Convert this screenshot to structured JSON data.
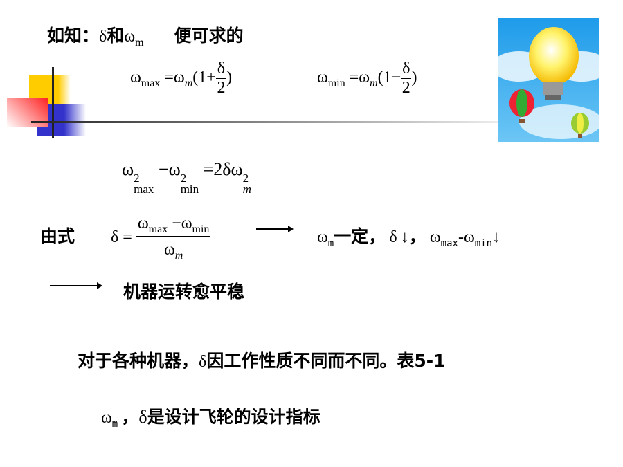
{
  "title": {
    "prefix": "如知：",
    "delta": "δ",
    "and": "和",
    "omega": "ω",
    "m": "m",
    "suffix": "便可求的"
  },
  "eq_max": {
    "lhs": "ω",
    "lhs_sub": "max",
    "eq": "=ω",
    "m": "m",
    "rest": "(1+",
    "num": "δ",
    "den": "2",
    "close": ")"
  },
  "eq_min": {
    "lhs": "ω",
    "lhs_sub": "min",
    "eq": "=ω",
    "m": "m",
    "rest": "(1−",
    "num": "δ",
    "den": "2",
    "close": ")"
  },
  "eq_sq": {
    "w1": "ω",
    "s1": "max",
    "p": "2",
    "minus": "−ω",
    "s2": "min",
    "rhs": "=2δω",
    "m": "m"
  },
  "line4": {
    "label": "由式",
    "lhs": "δ =",
    "num_a": "ω",
    "num_a_sub": "max",
    "num_minus": "−ω",
    "num_b_sub": "min",
    "den": "ω",
    "den_sub": "m",
    "c_omega": "ω",
    "c_m": "m",
    "c_text": "一定，",
    "c_delta": "δ",
    "c_down1": "↓",
    "c_comma": "，",
    "c_w": "ω",
    "c_max": "max",
    "c_minus": "-ω",
    "c_min": "min",
    "c_down2": "↓"
  },
  "line5": {
    "text": "机器运转愈平稳"
  },
  "line6": {
    "text_a": "对于各种机器，",
    "delta": "δ",
    "text_b": "因工作性质不同而不同。表5-1"
  },
  "line7": {
    "omega": "ω",
    "m": "m",
    "comma": "，",
    "delta": "δ",
    "text": "是设计飞轮的设计指标"
  },
  "colors": {
    "yellow": "#FFCC00",
    "red": "#FF2020",
    "blue": "#3333CC",
    "sky": "#2FA8F0"
  }
}
